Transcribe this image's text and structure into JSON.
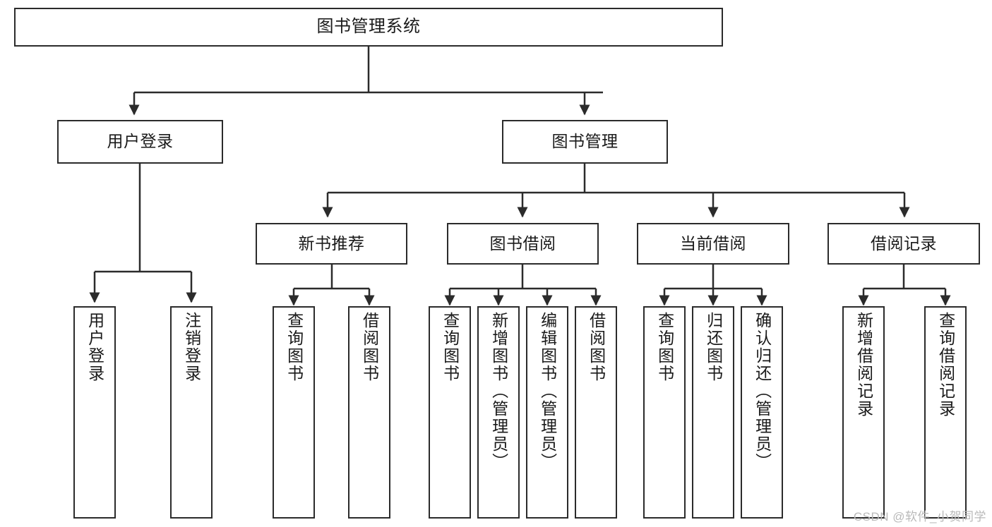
{
  "diagram": {
    "title": "图书管理系统",
    "type": "tree-hierarchy",
    "orientation": "top-down",
    "colors": {
      "box_border": "#2b2b2b",
      "box_fill": "#ffffff",
      "edge": "#2b2b2b",
      "text": "#1a1a1a",
      "watermark": "#b9b9b9",
      "background": "#ffffff"
    }
  },
  "root": {
    "label": "图书管理系统"
  },
  "level2": [
    {
      "label": "用户登录"
    },
    {
      "label": "图书管理"
    }
  ],
  "level3": [
    {
      "label": "新书推荐"
    },
    {
      "label": "图书借阅"
    },
    {
      "label": "当前借阅"
    },
    {
      "label": "借阅记录"
    }
  ],
  "leaves": {
    "user_login": [
      {
        "label": "用户登录"
      },
      {
        "label": "注销登录"
      }
    ],
    "new_book_recommend": [
      {
        "label": "查询图书"
      },
      {
        "label": "借阅图书"
      }
    ],
    "book_borrow": [
      {
        "label": "查询图书"
      },
      {
        "label": "新增图书（管理员）"
      },
      {
        "label": "编辑图书（管理员）"
      },
      {
        "label": "借阅图书"
      }
    ],
    "current_borrow": [
      {
        "label": "查询图书"
      },
      {
        "label": "归还图书"
      },
      {
        "label": "确认归还（管理员）"
      }
    ],
    "borrow_record": [
      {
        "label": "新增借阅记录"
      },
      {
        "label": "查询借阅记录"
      }
    ]
  },
  "watermark": {
    "text": "CSDN @软件_小贺同学"
  }
}
